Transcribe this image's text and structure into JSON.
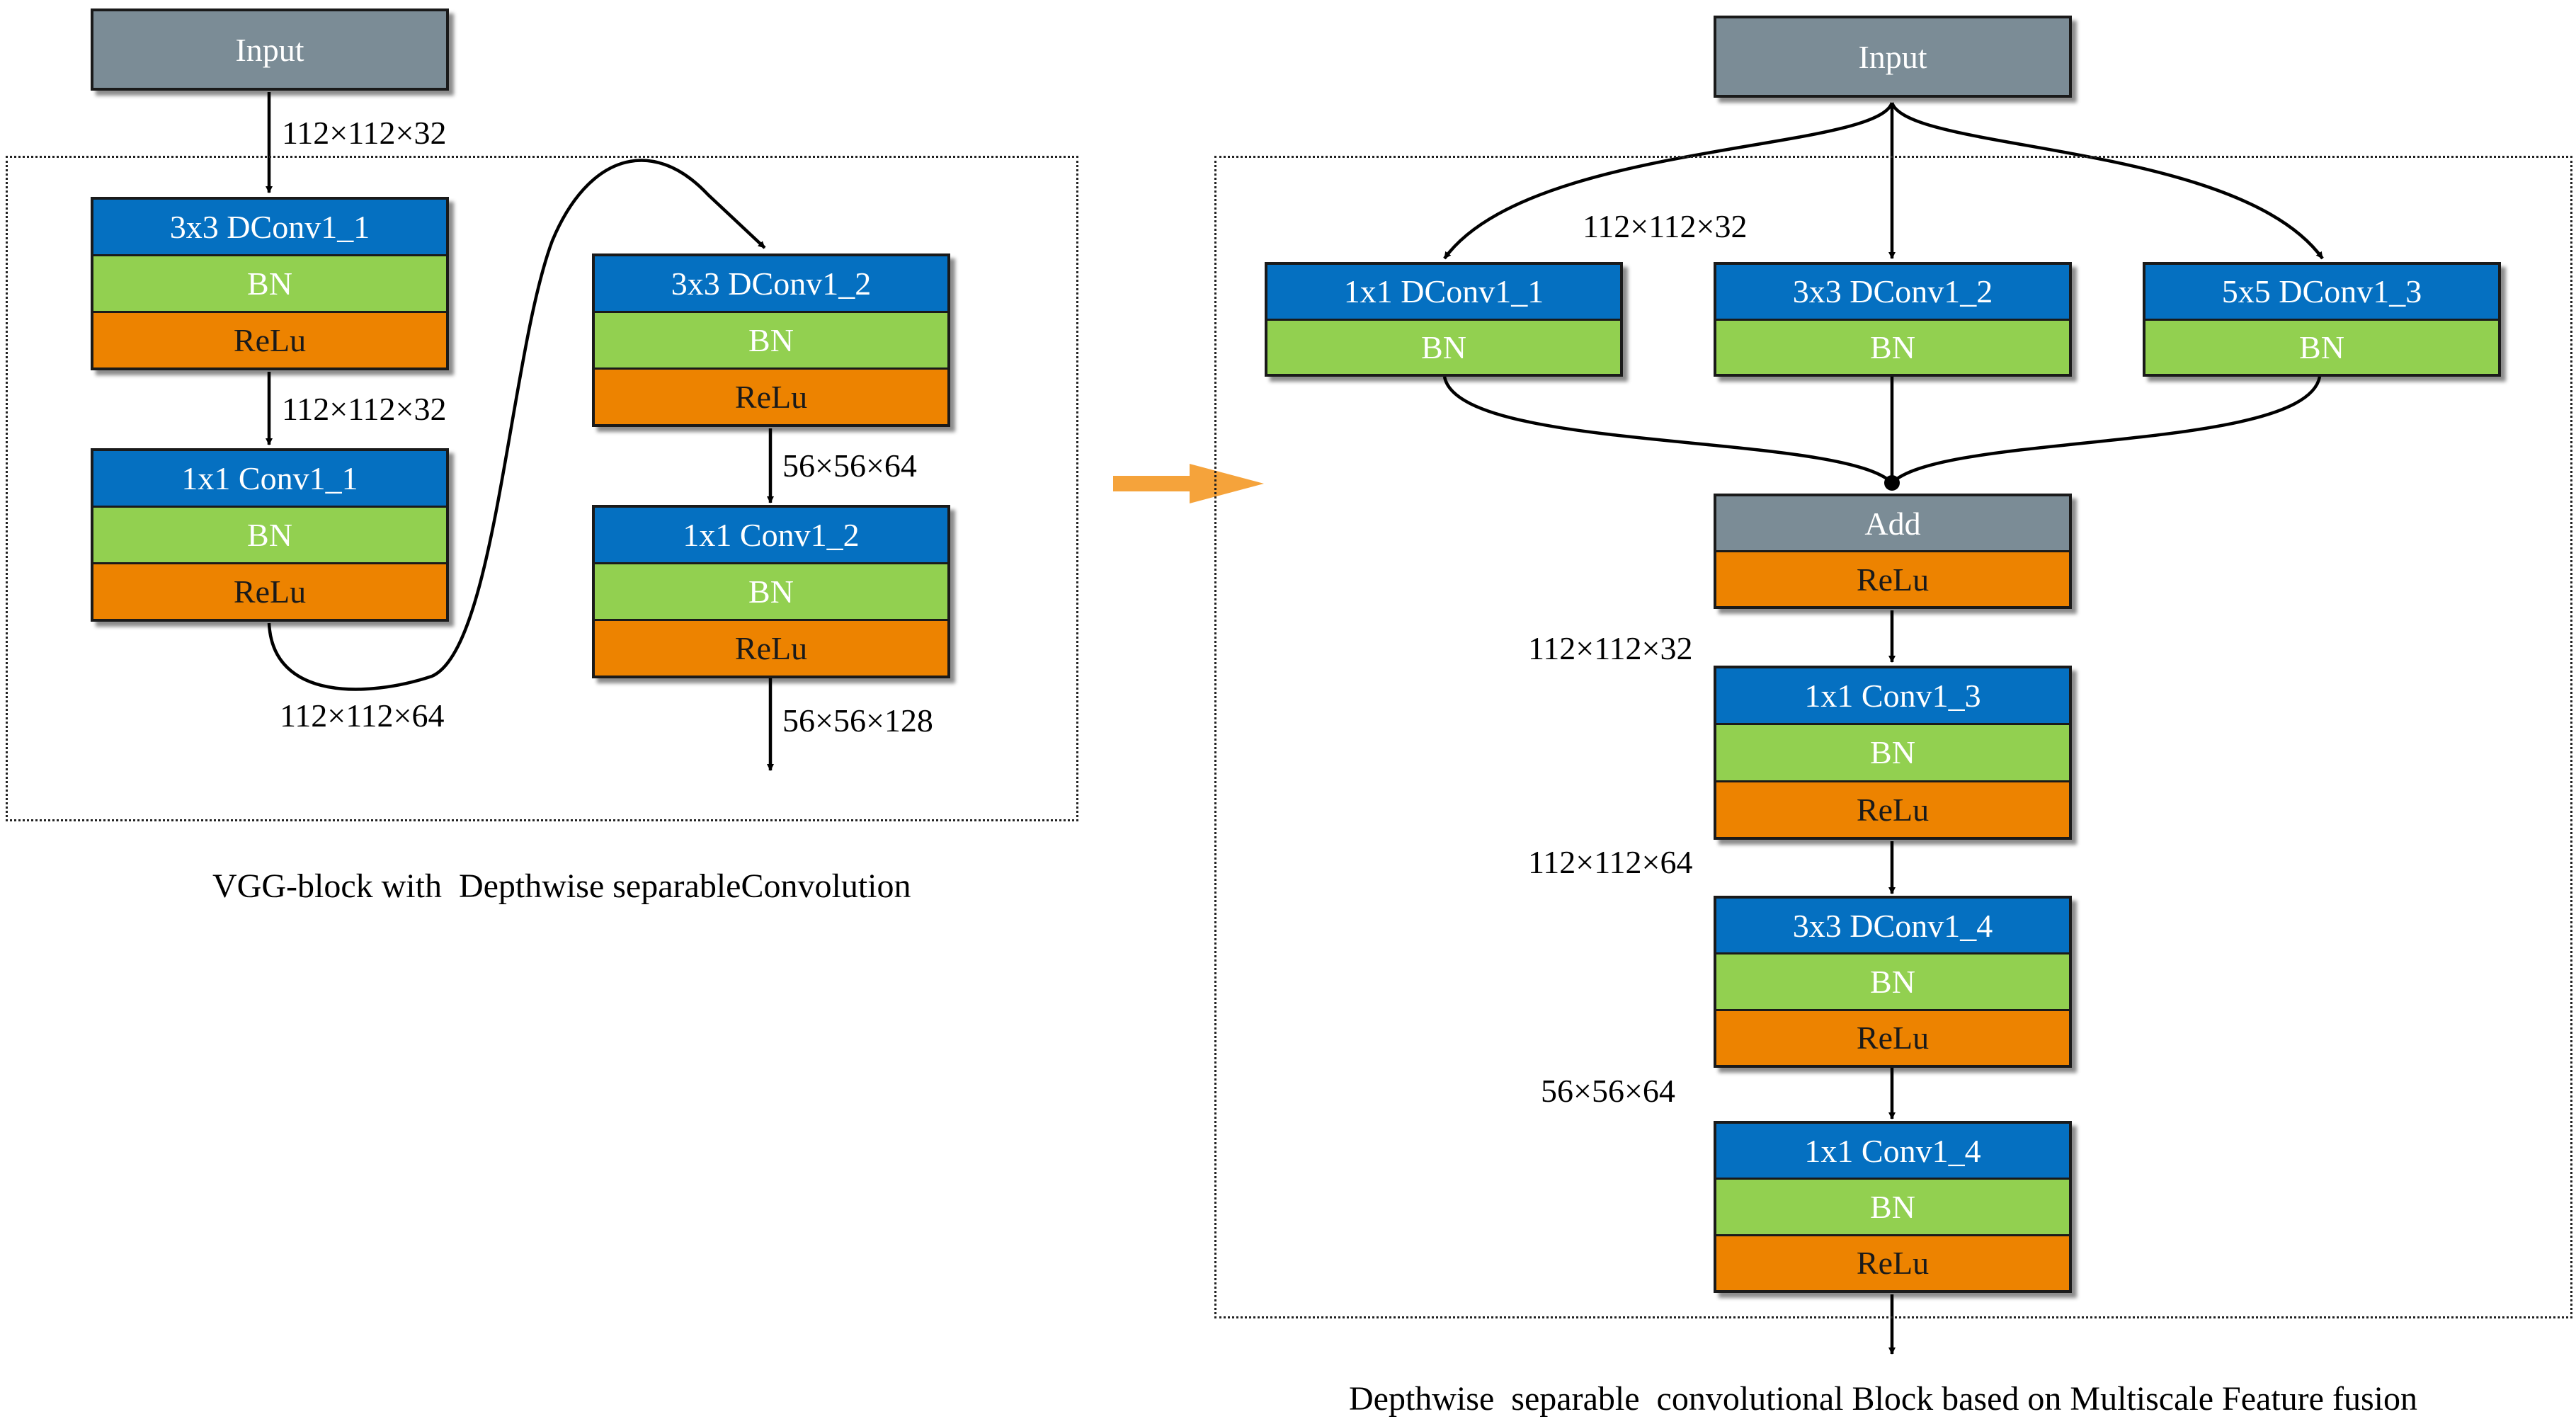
{
  "left": {
    "input": "Input",
    "dim_in": "112×112×32",
    "block1": [
      "3x3 DConv1_1",
      "BN",
      "ReLu"
    ],
    "dim_b1": "112×112×32",
    "block2": [
      "1x1 Conv1_1",
      "BN",
      "ReLu"
    ],
    "dim_b2": "112×112×64",
    "block3": [
      "3x3 DConv1_2",
      "BN",
      "ReLu"
    ],
    "dim_b3": "56×56×64",
    "block4": [
      "1x1 Conv1_2",
      "BN",
      "ReLu"
    ],
    "dim_out": "56×56×128",
    "caption": "VGG-block with  Depthwise separableConvolution"
  },
  "right": {
    "input": "Input",
    "dim_in": "112×112×32",
    "branch1": [
      "1x1 DConv1_1",
      "BN"
    ],
    "branch2": [
      "3x3 DConv1_2",
      "BN"
    ],
    "branch3": [
      "5x5 DConv1_3",
      "BN"
    ],
    "add": [
      "Add",
      "ReLu"
    ],
    "dim_add": "112×112×32",
    "block_c3": [
      "1x1 Conv1_3",
      "BN",
      "ReLu"
    ],
    "dim_c3": "112×112×64",
    "block_d4": [
      "3x3 DConv1_4",
      "BN",
      "ReLu"
    ],
    "dim_d4": "56×56×64",
    "block_c4": [
      "1x1 Conv1_4",
      "BN",
      "ReLu"
    ],
    "caption": "Depthwise  separable  convolutional Block based on Multiscale Feature fusion"
  },
  "colors": {
    "input_add": "#7b8c96",
    "conv": "#0570c1",
    "bn": "#92d050",
    "relu": "#ed8300",
    "transition_arrow": "#f5a33b"
  }
}
